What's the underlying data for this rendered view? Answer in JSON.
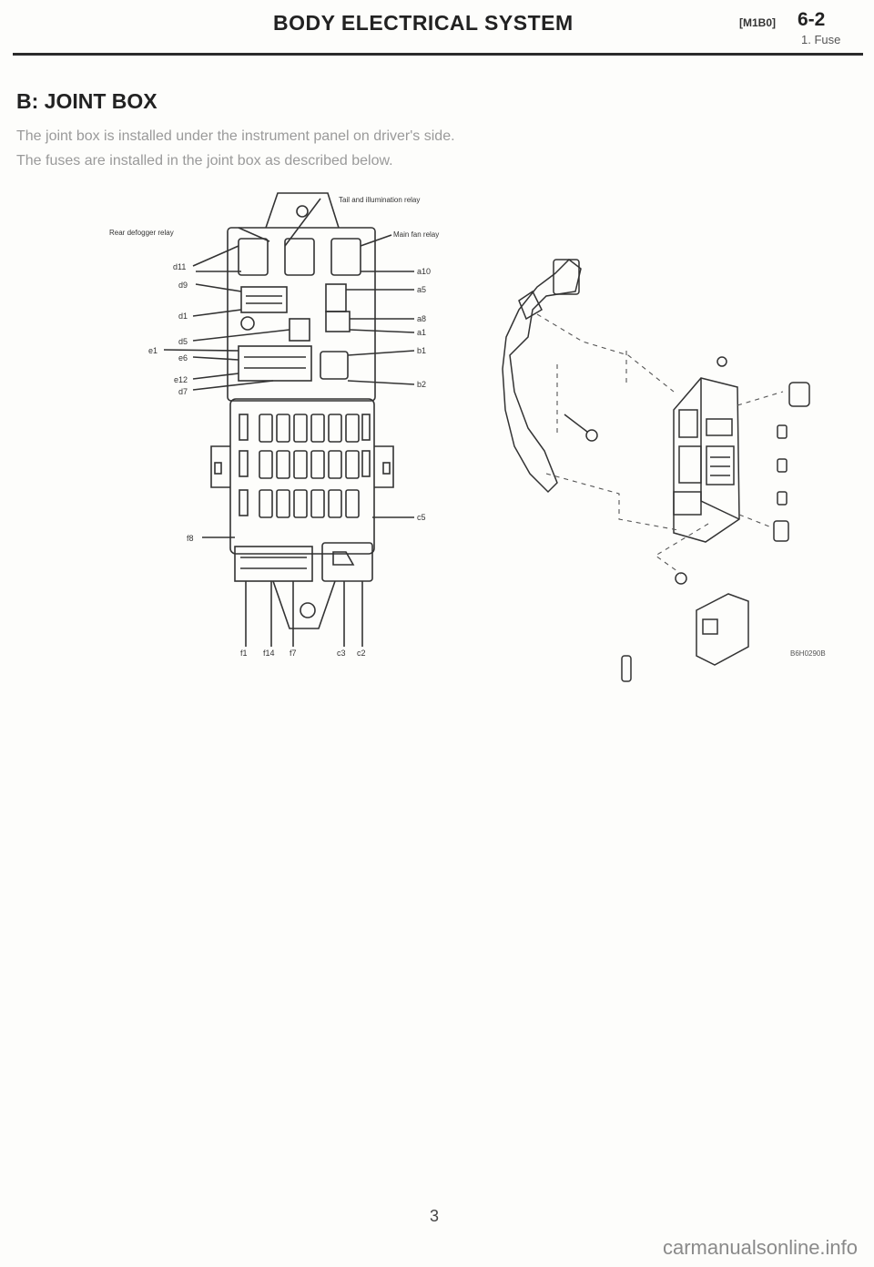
{
  "header": {
    "title": "BODY ELECTRICAL SYSTEM",
    "code": "[M1B0]",
    "page": "6-2",
    "subsection": "1. Fuse"
  },
  "section": {
    "title": "B: JOINT BOX",
    "paragraphs": [
      "The joint box is installed under the instrument panel on driver's side.",
      "The fuses are installed in the joint box as described below."
    ]
  },
  "figure": {
    "labels": {
      "tail_relay": "Tail and illumination relay",
      "rear_defogger": "Rear defogger relay",
      "main_fan": "Main fan relay",
      "d11": "d11",
      "d9": "d9",
      "d1": "d1",
      "d5": "d5",
      "e1": "e1",
      "e6": "e6",
      "e12": "e12",
      "d7": "d7",
      "f8": "f8",
      "a10": "a10",
      "a5": "a5",
      "a8": "a8",
      "a1": "a1",
      "b1": "b1",
      "b2": "b2",
      "c5": "c5",
      "f1": "f1",
      "f14": "f14",
      "f7": "f7",
      "c3": "c3",
      "c2": "c2"
    },
    "code": "B6H0290B"
  },
  "page_number": "3",
  "watermark": "carmanualsonline.info"
}
